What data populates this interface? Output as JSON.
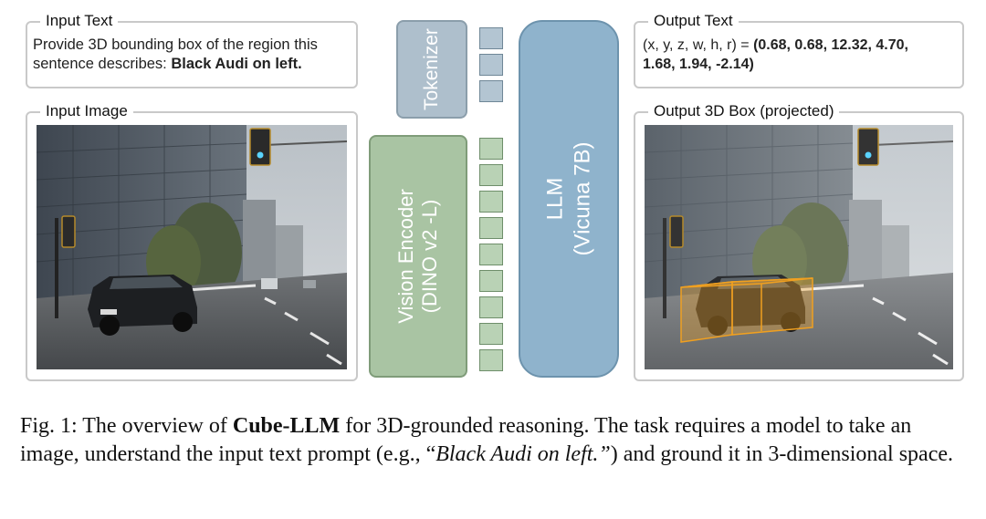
{
  "input_text": {
    "title": "Input Text",
    "line1": "Provide 3D bounding box of the region this",
    "line2_prefix": "sentence describes: ",
    "line2_bold": "Black Audi on left."
  },
  "input_image": {
    "title": "Input Image"
  },
  "tokenizer": {
    "label": "Tokenizer"
  },
  "vision_encoder": {
    "label_line1": "Vision Encoder",
    "label_line2": "(DINO v2 -L)"
  },
  "llm": {
    "label_line1": "LLM",
    "label_line2": "(Vicuna 7B)"
  },
  "output_text": {
    "title": "Output Text",
    "line1_prefix": "(x, y, z, w, h, r) = ",
    "line1_bold": "(0.68, 0.68, 12.32, 4.70,",
    "line2_bold": "1.68, 1.94, -2.14)"
  },
  "output_box": {
    "title": "Output 3D Box (projected)"
  },
  "caption": {
    "part1": "Fig. 1: The overview of ",
    "bold": "Cube-LLM",
    "part2": " for 3D-grounded reasoning. The task requires a model to take an image, understand the input text prompt (e.g., “",
    "italic": "Black Audi on left.”",
    "part3": ") and ground it in 3-dimensional space."
  },
  "colors": {
    "tokenizer_fill": "#aebfcc",
    "vision_fill": "#a9c4a3",
    "llm_fill": "#8fb3cc",
    "box_orange": "#f0a020"
  }
}
